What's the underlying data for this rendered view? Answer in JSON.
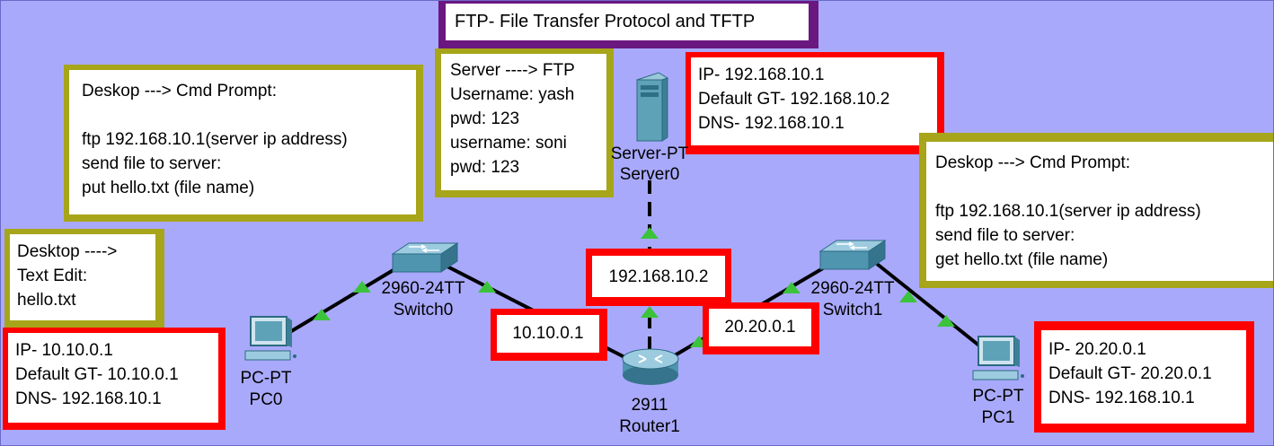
{
  "title": "FTP- File Transfer Protocol and TFTP",
  "notes": {
    "pc0_cmd": [
      "Deskop ---> Cmd Prompt:",
      "",
      "ftp 192.168.10.1(server ip address)",
      "send file to server:",
      "put hello.txt (file name)"
    ],
    "server_ftp": [
      "Server ----> FTP",
      "Username: yash",
      "pwd: 123",
      "username: soni",
      "pwd: 123"
    ],
    "server_ip": [
      "IP- 192.168.10.1",
      "Default GT- 192.168.10.2",
      "DNS- 192.168.10.1"
    ],
    "pc1_cmd": [
      "Deskop ---> Cmd Prompt:",
      "",
      "ftp 192.168.10.1(server ip address)",
      "send file to server:",
      "get hello.txt (file name)"
    ],
    "text_edit": [
      "Desktop ---->",
      "Text Edit:",
      "hello.txt"
    ],
    "pc0_ip": [
      "IP- 10.10.0.1",
      "Default GT- 10.10.0.1",
      "DNS- 192.168.10.1"
    ],
    "pc1_ip": [
      "IP- 20.20.0.1",
      "Default GT- 20.20.0.1",
      "DNS- 192.168.10.1"
    ],
    "router_left_ip": "10.10.0.1",
    "router_top_ip": "192.168.10.2",
    "router_right_ip": "20.20.0.1"
  },
  "devices": {
    "server0": {
      "model": "Server-PT",
      "name": "Server0"
    },
    "switch0": {
      "model": "2960-24TT",
      "name": "Switch0"
    },
    "switch1": {
      "model": "2960-24TT",
      "name": "Switch1"
    },
    "router1": {
      "model": "2911",
      "name": "Router1"
    },
    "pc0": {
      "model": "PC-PT",
      "name": "PC0"
    },
    "pc1": {
      "model": "PC-PT",
      "name": "PC1"
    }
  },
  "colors": {
    "background": "#a9a9fc",
    "note_border_olive": "#a7a519",
    "note_border_red": "#ff0000",
    "title_border": "#6b1780",
    "link_indicator": "#3cc33c"
  }
}
